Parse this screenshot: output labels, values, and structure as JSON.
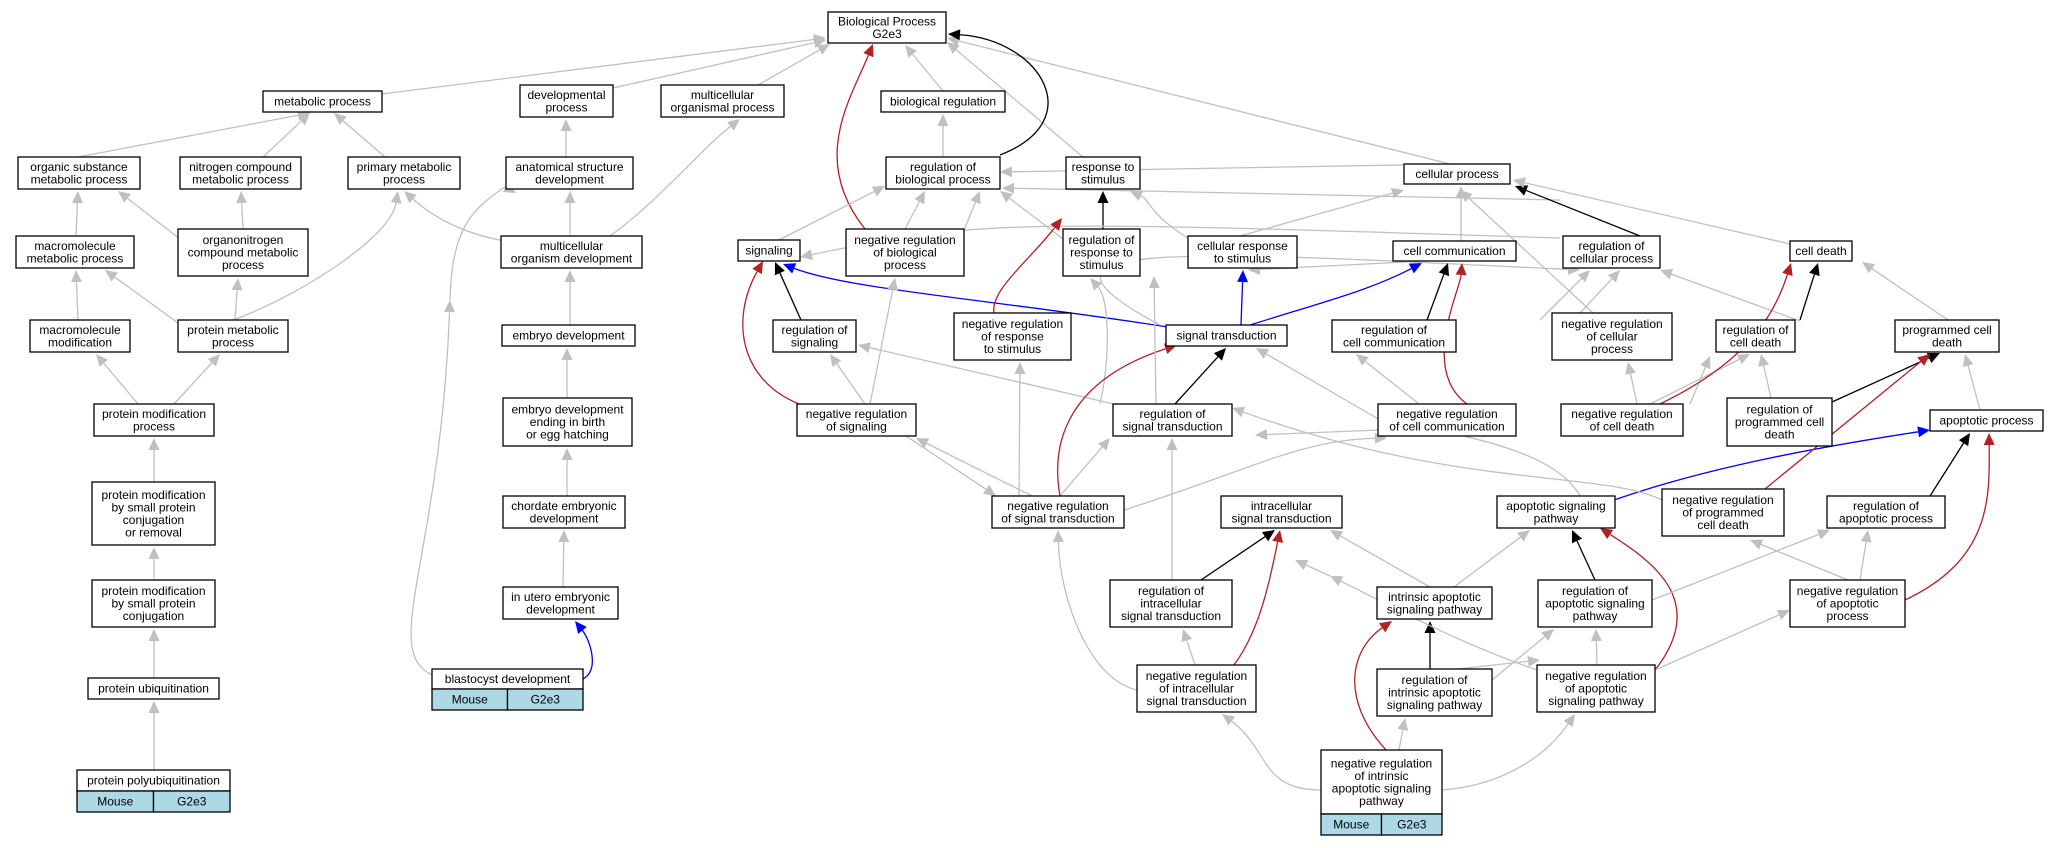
{
  "colors": {
    "is_a": "#c0c0c0",
    "part_of": "#000000",
    "regulates": "#0000ff",
    "negatively_regulates": "#b22222",
    "annotation_cell": "#add8e6"
  },
  "nodes": {
    "bp": [
      "Biological Process",
      "G2e3"
    ],
    "metabolic": [
      "metabolic process"
    ],
    "developmental": [
      "developmental",
      "process"
    ],
    "multicellular_org": [
      "multicellular",
      "organismal process"
    ],
    "bio_reg": [
      "biological regulation"
    ],
    "org_subst": [
      "organic substance",
      "metabolic process"
    ],
    "nitrogen": [
      "nitrogen compound",
      "metabolic process"
    ],
    "primary": [
      "primary metabolic",
      "process"
    ],
    "anat": [
      "anatomical structure",
      "development"
    ],
    "reg_bio": [
      "regulation of",
      "biological process"
    ],
    "resp_stim": [
      "response to",
      "stimulus"
    ],
    "cellular": [
      "cellular process"
    ],
    "macromol_met": [
      "macromolecule",
      "metabolic process"
    ],
    "organonitrogen": [
      "organonitrogen",
      "compound metabolic",
      "process"
    ],
    "mc_org_dev": [
      "multicellular",
      "organism development"
    ],
    "signaling": [
      "signaling"
    ],
    "neg_reg_bio": [
      "negative regulation",
      "of biological",
      "process"
    ],
    "reg_resp_stim": [
      "regulation of",
      "response to",
      "stimulus"
    ],
    "cell_resp": [
      "cellular response",
      "to stimulus"
    ],
    "cell_comm": [
      "cell communication"
    ],
    "reg_cellular": [
      "regulation of",
      "cellular process"
    ],
    "cell_death": [
      "cell death"
    ],
    "macromol_mod": [
      "macromolecule",
      "modification"
    ],
    "protein_met": [
      "protein metabolic",
      "process"
    ],
    "embryo_dev": [
      "embryo development"
    ],
    "reg_signaling": [
      "regulation of",
      "signaling"
    ],
    "neg_reg_resp": [
      "negative regulation",
      "of response",
      "to stimulus"
    ],
    "signal_trans": [
      "signal transduction"
    ],
    "reg_cell_comm": [
      "regulation of",
      "cell communication"
    ],
    "neg_reg_cellular": [
      "negative regulation",
      "of cellular",
      "process"
    ],
    "reg_cell_death": [
      "regulation of",
      "cell death"
    ],
    "prog_cell_death": [
      "programmed cell",
      "death"
    ],
    "prot_mod": [
      "protein modification",
      "process"
    ],
    "embryo_dev_birth": [
      "embryo development",
      "ending in birth",
      "or egg hatching"
    ],
    "neg_reg_signaling": [
      "negative regulation",
      "of signaling"
    ],
    "reg_sig_trans": [
      "regulation of",
      "signal transduction"
    ],
    "neg_reg_cell_comm": [
      "negative regulation",
      "of cell communication"
    ],
    "neg_reg_cell_death": [
      "negative regulation",
      "of cell death"
    ],
    "reg_prog_death": [
      "regulation of",
      "programmed cell",
      "death"
    ],
    "apoptotic": [
      "apoptotic process"
    ],
    "prot_mod_small": [
      "protein modification",
      "by small protein",
      "conjugation",
      "or removal"
    ],
    "chordate": [
      "chordate embryonic",
      "development"
    ],
    "neg_reg_sig_trans": [
      "negative regulation",
      "of signal transduction"
    ],
    "intracellular": [
      "intracellular",
      "signal transduction"
    ],
    "apop_sig": [
      "apoptotic signaling",
      "pathway"
    ],
    "neg_reg_prog_death": [
      "negative regulation",
      "of programmed",
      "cell death"
    ],
    "reg_apop": [
      "regulation of",
      "apoptotic process"
    ],
    "prot_mod_conj": [
      "protein modification",
      "by small protein",
      "conjugation"
    ],
    "in_utero": [
      "in utero embryonic",
      "development"
    ],
    "reg_intra": [
      "regulation of",
      "intracellular",
      "signal transduction"
    ],
    "intrinsic": [
      "intrinsic apoptotic",
      "signaling pathway"
    ],
    "reg_apop_sig": [
      "regulation of",
      "apoptotic signaling",
      "pathway"
    ],
    "neg_reg_apop": [
      "negative regulation",
      "of apoptotic",
      "process"
    ],
    "prot_ubiq": [
      "protein ubiquitination"
    ],
    "blastocyst": [
      "blastocyst development"
    ],
    "neg_reg_intra": [
      "negative regulation",
      "of intracellular",
      "signal transduction"
    ],
    "reg_intrinsic": [
      "regulation of",
      "intrinsic apoptotic",
      "signaling pathway"
    ],
    "neg_reg_apop_sig": [
      "negative regulation",
      "of apoptotic",
      "signaling pathway"
    ],
    "prot_polyubiq": [
      "protein polyubiquitination"
    ],
    "neg_reg_intrinsic": [
      "negative regulation",
      "of intrinsic",
      "apoptotic signaling",
      "pathway"
    ]
  },
  "annotations": {
    "prot_polyubiq": [
      "Mouse",
      "G2e3"
    ],
    "blastocyst": [
      "Mouse",
      "G2e3"
    ],
    "neg_reg_intrinsic": [
      "Mouse",
      "G2e3"
    ]
  }
}
